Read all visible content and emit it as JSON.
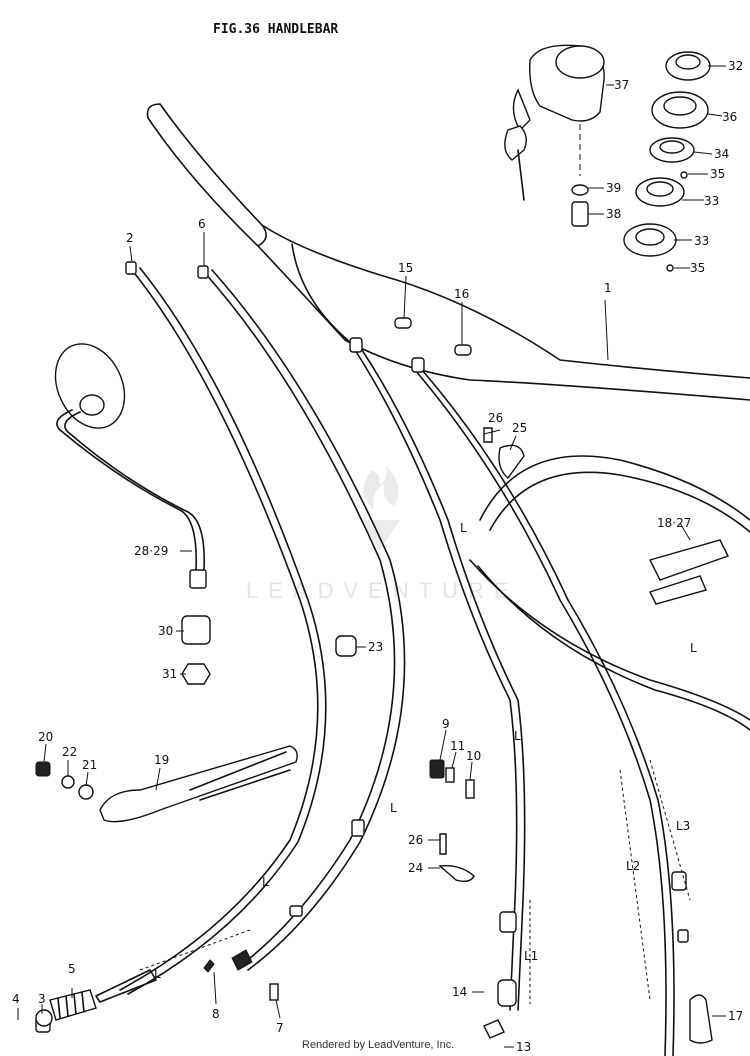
{
  "figure": {
    "title": "FIG.36  HANDLEBAR",
    "watermark": "LEADVENTURE",
    "footer": "Rendered by LeadVenture, Inc."
  },
  "callouts": {
    "c1": "1",
    "c2": "2",
    "c3": "3",
    "c4": "4",
    "c5": "5",
    "c6": "6",
    "c7": "7",
    "c8": "8",
    "c9": "9",
    "c10": "10",
    "c11": "11",
    "c13": "13",
    "c14": "14",
    "c15": "15",
    "c16": "16",
    "c17": "17",
    "c18_27": "18·27",
    "c19": "19",
    "c20": "20",
    "c21": "21",
    "c22": "22",
    "c23": "23",
    "c24": "24",
    "c25": "25",
    "c26a": "26",
    "c26b": "26",
    "c28_29": "28·29",
    "c30": "30",
    "c31": "31",
    "c32": "32",
    "c33a": "33",
    "c33b": "33",
    "c34": "34",
    "c35a": "35",
    "c35b": "35",
    "c36": "36",
    "c37": "37",
    "c38": "38",
    "c39": "39"
  },
  "dimensions": {
    "L_a": "L",
    "L_b": "L",
    "L_c": "L",
    "L_d": "L",
    "L_e": "L",
    "L_f": "L",
    "L1": "L1",
    "L2": "L2",
    "L3": "L3"
  }
}
